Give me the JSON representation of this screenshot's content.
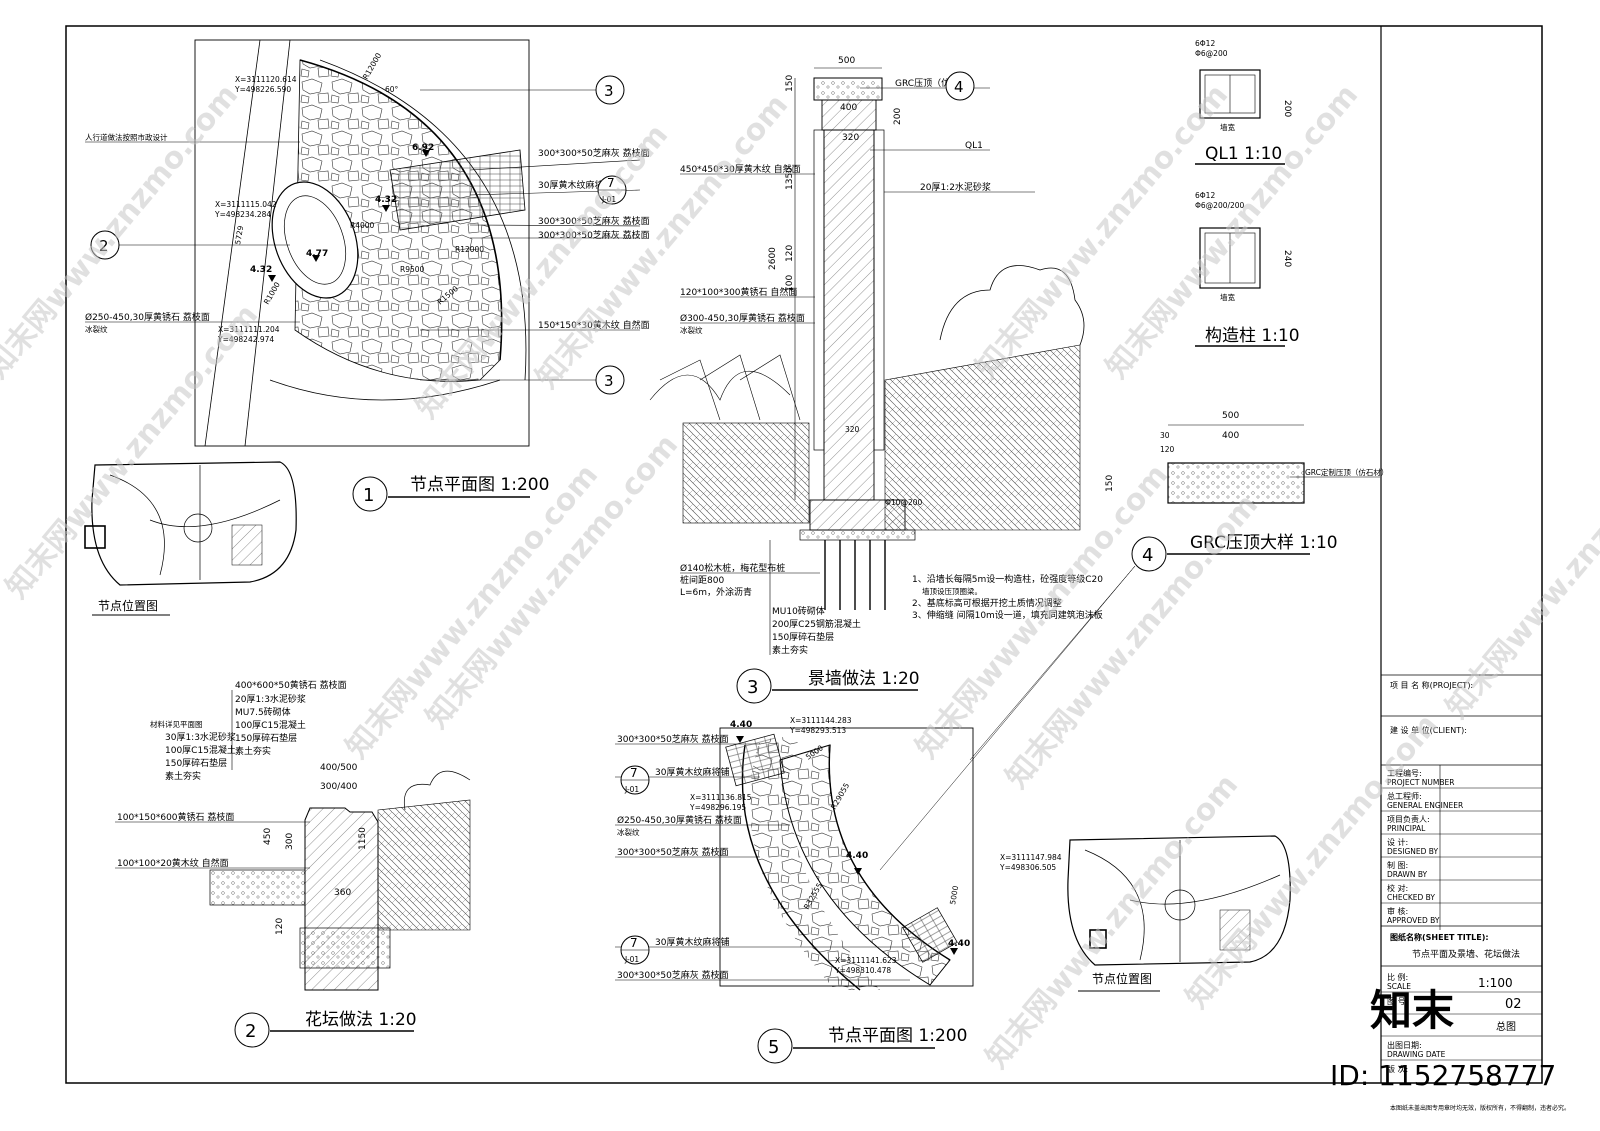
{
  "watermark": {
    "text": "知末网www.znzmo.com",
    "brand": "知末",
    "id": "ID: 1152758777"
  },
  "titles": {
    "t1": "节点平面图 1:200",
    "t2": "花坛做法 1:20",
    "t3": "景墙做法 1:20",
    "t4": "GRC压顶大样 1:10",
    "t5": "节点平面图 1:200",
    "ql1": "QL1 1:10",
    "col": "构造柱 1:10",
    "loc1": "节点位置图",
    "loc2": "节点位置图"
  },
  "callouts": {
    "n1": "1",
    "n2": "2",
    "n3": "3",
    "n4": "4",
    "n5": "5",
    "n7": "7",
    "j01": "J-01"
  },
  "plan1": {
    "coord_a": "X=3111120.614",
    "coord_a2": "Y=498226.590",
    "coord_b": "X=3111115.042",
    "coord_b2": "Y=498234.284",
    "coord_c": "X=3111111.204",
    "coord_c2": "Y=498242.974",
    "elev_1": "6.92",
    "elev_2": "4.32",
    "elev_3": "4.77",
    "elev_4": "4.32",
    "r_1": "R12000",
    "r_2": "R4000",
    "r_3": "R12000",
    "r_4": "R9500",
    "r_5": "R1500",
    "r_6": "R1000",
    "note_road": "人行道做法按照市政设计",
    "m1": "300*300*50芝麻灰  荔枝面",
    "m2": "30厚黄木纹麻将铺",
    "m3": "300*300*50芝麻灰  荔枝面",
    "m4": "300*300*50芝麻灰  荔枝面",
    "m5": "Ø250-450,30厚黄锈石  荔枝面",
    "m5b": "冰裂纹",
    "m6": "150*150*30黄木纹  自然面",
    "dim_a": "5729",
    "dim_b": "60°"
  },
  "wall": {
    "w500": "500",
    "w400": "400",
    "w320": "320",
    "d150": "150",
    "d200": "200",
    "d1350": "1350",
    "d2600": "2600",
    "d120": "120",
    "d100": "100",
    "grc": "GRC压顶（仿石材）",
    "ql1": "QL1",
    "mortar": "20厚1:2水泥砂浆",
    "m1": "450*450*30厚黄木纹  自然面",
    "m2": "120*100*300黄锈石  自然面",
    "m3": "Ø300-450,30厚黄锈石  荔枝面",
    "m3b": "冰裂纹",
    "base": "320",
    "rebar": "Φ10@200",
    "pile": "Ø140松木桩，梅花型布桩",
    "pile2": "桩间距800",
    "pile3": "L=6m，外涂沥青",
    "layer1": "MU10砖砌体",
    "layer2": "200厚C25钢筋混凝土",
    "layer3": "150厚碎石垫层",
    "layer4": "素土夯实",
    "note1": "1、沿墙长每隔5m设一构造柱，砼强度等级C20",
    "note1b": "墙顶设压顶圈梁。",
    "note2": "2、基底标高可根据开挖土质情况调整",
    "note3": "3、伸缩缝  间隔10m设一道，填充同建筑泡沫板"
  },
  "ql1": {
    "top": "6Φ12",
    "stir": "Φ6@200",
    "h": "200",
    "w": "墙宽"
  },
  "col": {
    "top": "6Φ12",
    "stir": "Φ6@200/200",
    "h": "240",
    "w": "墙宽"
  },
  "grc": {
    "w500": "500",
    "w400": "400",
    "s30": "30",
    "s120": "120",
    "h150": "150",
    "label": "GRC定制压顶（仿石材）"
  },
  "planter": {
    "m1": "400*600*50黄锈石  荔枝面",
    "l1": "20厚1:3水泥砂浆",
    "l2": "MU7.5砖砌体",
    "l3": "100厚C15混凝土",
    "l4": "150厚碎石垫层",
    "l5": "素土夯实",
    "left_h": "材料详见平面图",
    "left1": "30厚1:3水泥砂浆",
    "left2": "100厚C15混凝土",
    "left3": "150厚碎石垫层",
    "left4": "素土夯实",
    "s1": "100*150*600黄锈石  荔枝面",
    "s2": "100*100*20黄木纹  自然面",
    "d400500": "400/500",
    "d300400": "300/400",
    "d450": "450",
    "d300": "300",
    "d1150": "1150",
    "d360": "360",
    "d120": "120"
  },
  "plan5": {
    "elev": "4.40",
    "coord_a": "X=3111144.283",
    "coord_a2": "Y=498293.513",
    "coord_b": "X=3111136.815",
    "coord_b2": "Y=498296.195",
    "coord_c": "X=3111147.984",
    "coord_c2": "Y=498306.505",
    "coord_d": "X=3111141.623",
    "coord_d2": "Y=498310.478",
    "r1": "R29055",
    "r2": "R32555",
    "d5000": "5000",
    "m1": "300*300*50芝麻灰  荔枝面",
    "m2": "30厚黄木纹麻将铺",
    "m3": "Ø250-450,30厚黄锈石  荔枝面",
    "m3b": "冰裂纹",
    "m4": "300*300*50芝麻灰  荔枝面",
    "m5": "30厚黄木纹麻将铺",
    "m6": "300*300*50芝麻灰  荔枝面"
  },
  "titleblock": {
    "project": "项 目 名 称(PROJECT):",
    "client": "建 设 单 位(CLIENT):",
    "projnum": "工程编号:",
    "projnum_en": "PROJECT NUMBER",
    "gen": "总工程师:",
    "gen_en": "GENERAL ENGINEER",
    "principal": "项目负责人:",
    "principal_en": "PRINCIPAL",
    "designed": "设 计:",
    "designed_en": "DESIGNED BY",
    "drawn": "制 图:",
    "drawn_en": "DRAWN BY",
    "checked": "校 对:",
    "checked_en": "CHECKED BY",
    "approved": "审 核:",
    "approved_en": "APPROVED BY",
    "sheet": "图纸名称(SHEET TITLE):",
    "sheet_val": "节点平面及景墙、花坛做法",
    "scale": "比  例:",
    "scale_en": "SCALE",
    "scale_val": "1:100",
    "drawno": "图  号:",
    "drawno_val": "02",
    "dno_val": "总图",
    "date": "出图日期:",
    "date_en": "DRAWING DATE",
    "version": "版 次:",
    "footer": "本图纸未盖出图专用章时均无效，版权所有，不得翻制，违者必究。"
  }
}
